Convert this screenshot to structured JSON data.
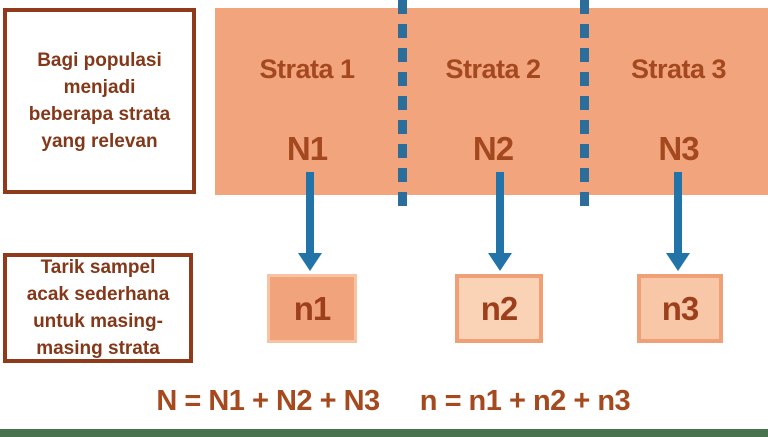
{
  "diagram": {
    "title_hint": "Stratified sampling diagram",
    "step_boxes": {
      "step1": {
        "lines": [
          "Bagi populasi",
          "menjadi",
          "beberapa strata",
          "yang relevan"
        ]
      },
      "step2": {
        "lines": [
          "Tarik sampel",
          "acak sederhana",
          "untuk masing-",
          "masing strata"
        ]
      }
    },
    "strata": [
      {
        "label": "Strata 1",
        "population": "N1",
        "sample": "n1"
      },
      {
        "label": "Strata 2",
        "population": "N2",
        "sample": "n2"
      },
      {
        "label": "Strata 3",
        "population": "N3",
        "sample": "n3"
      }
    ],
    "formulas": {
      "population_total": "N = N1 + N2 + N3",
      "sample_total": "n = n1 + n2 + n3"
    },
    "colors": {
      "background": "#FFFFFF",
      "population_rect_fill": "#F2A57D",
      "divider_blue": "#2B6E9B",
      "arrow_blue": "#2273A8",
      "strata_text": "#A4481F",
      "sample_text": "#9E3F1C",
      "formula_text": "#A54A1E",
      "step_box_border": "#8E3A1B",
      "step_box_text": "#84381A",
      "n1_fill": "#F1A37C",
      "n1_border": "#F7C3A3",
      "n2_fill": "#FAD2B6",
      "n3_fill": "#F8C7A7",
      "n23_border": "#F0A077",
      "bottom_strip_green": "#49724F"
    }
  }
}
